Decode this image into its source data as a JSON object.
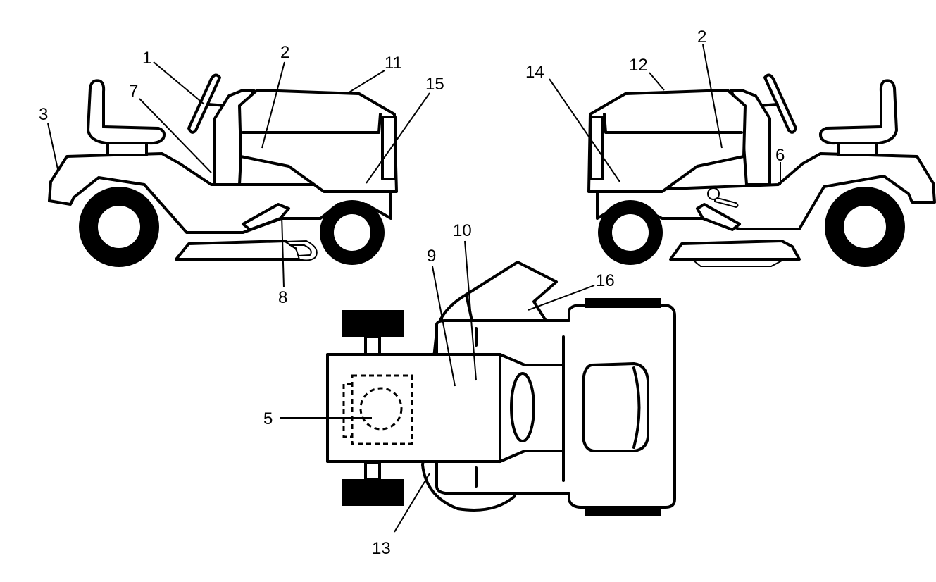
{
  "callouts": {
    "c1": "1",
    "c2_left": "2",
    "c2_right": "2",
    "c3": "3",
    "c5": "5",
    "c6": "6",
    "c7": "7",
    "c8": "8",
    "c9": "9",
    "c10": "10",
    "c11": "11",
    "c12": "12",
    "c13": "13",
    "c14": "14",
    "c15": "15",
    "c16": "16"
  }
}
